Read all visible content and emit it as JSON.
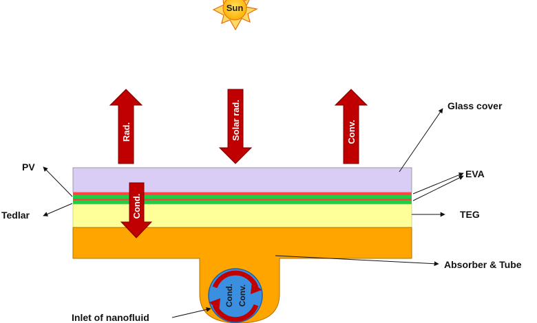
{
  "sun": {
    "label": "Sun"
  },
  "arrows": {
    "rad": "Rad.",
    "solar": "Solar rad.",
    "conv": "Conv.",
    "cond": "Cond."
  },
  "labels": {
    "glass_cover": "Glass cover",
    "pv": "PV",
    "eva": "EVA",
    "tedlar": "Tedlar",
    "teg": "TEG",
    "absorber": "Absorber & Tube",
    "inlet": "Inlet of nanofluid"
  },
  "tube": {
    "cond": "Cond.",
    "conv": "Conv."
  },
  "colors": {
    "glass": "#d9ccf5",
    "eva": "#ff4444",
    "pv": "#22cc44",
    "teg": "#ffff99",
    "absorber": "#ffa500",
    "arrow": "#c00000",
    "fluid": "#3a8fe0",
    "sun": "#ffc000"
  }
}
